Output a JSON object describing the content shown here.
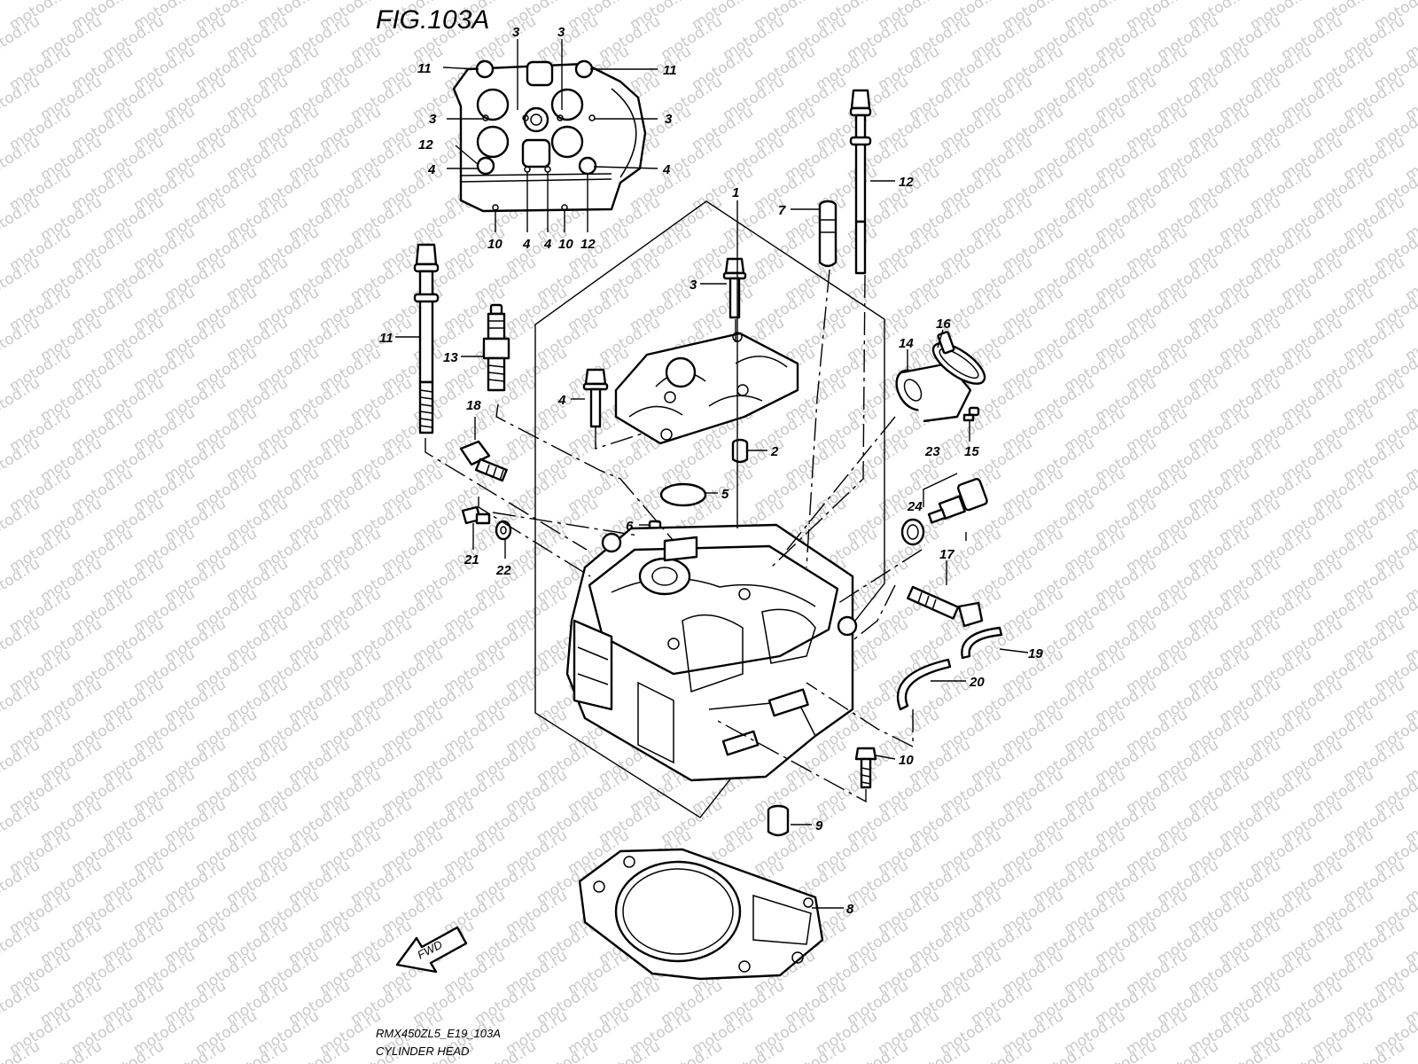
{
  "figure": {
    "title": "FIG.103A",
    "model_code": "RMX450ZL5_E19_103A",
    "caption": "CYLINDER HEAD",
    "fwd_label": "FWD"
  },
  "watermark": {
    "text": "motod.ru",
    "color": "#c9c9c9"
  },
  "colors": {
    "line": "#000000",
    "background": "#ffffff"
  },
  "inset_callouts": [
    {
      "id": "inset-11-left",
      "label": "11"
    },
    {
      "id": "inset-11-right",
      "label": "11"
    },
    {
      "id": "inset-3-top-a",
      "label": "3"
    },
    {
      "id": "inset-3-top-b",
      "label": "3"
    },
    {
      "id": "inset-3-left",
      "label": "3"
    },
    {
      "id": "inset-3-right",
      "label": "3"
    },
    {
      "id": "inset-12-left",
      "label": "12"
    },
    {
      "id": "inset-4-left",
      "label": "4"
    },
    {
      "id": "inset-4-right",
      "label": "4"
    },
    {
      "id": "inset-10-bottom-a",
      "label": "10"
    },
    {
      "id": "inset-4-bottom-a",
      "label": "4"
    },
    {
      "id": "inset-4-bottom-b",
      "label": "4"
    },
    {
      "id": "inset-10-bottom-b",
      "label": "10"
    },
    {
      "id": "inset-12-bottom",
      "label": "12"
    }
  ],
  "callouts": [
    {
      "id": "part-1",
      "label": "1"
    },
    {
      "id": "part-2",
      "label": "2"
    },
    {
      "id": "part-3",
      "label": "3"
    },
    {
      "id": "part-4",
      "label": "4"
    },
    {
      "id": "part-5",
      "label": "5"
    },
    {
      "id": "part-6",
      "label": "6"
    },
    {
      "id": "part-7",
      "label": "7"
    },
    {
      "id": "part-8",
      "label": "8"
    },
    {
      "id": "part-9",
      "label": "9"
    },
    {
      "id": "part-10",
      "label": "10"
    },
    {
      "id": "part-11",
      "label": "11"
    },
    {
      "id": "part-12",
      "label": "12"
    },
    {
      "id": "part-13",
      "label": "13"
    },
    {
      "id": "part-14",
      "label": "14"
    },
    {
      "id": "part-15",
      "label": "15"
    },
    {
      "id": "part-16",
      "label": "16"
    },
    {
      "id": "part-17",
      "label": "17"
    },
    {
      "id": "part-18",
      "label": "18"
    },
    {
      "id": "part-19",
      "label": "19"
    },
    {
      "id": "part-20",
      "label": "20"
    },
    {
      "id": "part-21",
      "label": "21"
    },
    {
      "id": "part-22",
      "label": "22"
    },
    {
      "id": "part-23",
      "label": "23"
    },
    {
      "id": "part-24",
      "label": "24"
    }
  ]
}
